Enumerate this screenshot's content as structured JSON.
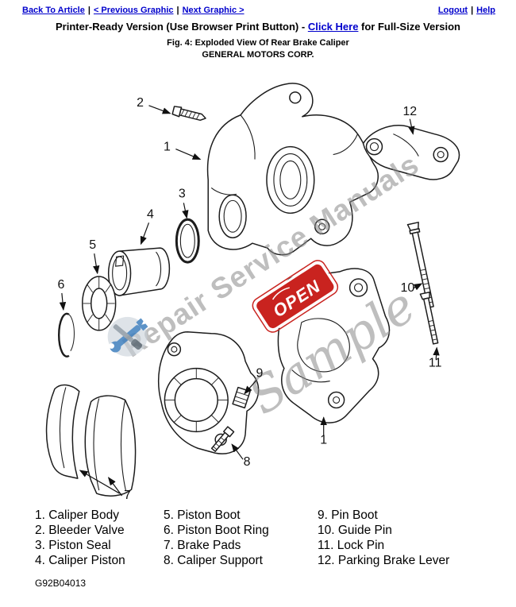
{
  "nav": {
    "back": "Back To Article",
    "prev": "< Previous Graphic",
    "next": "Next Graphic >",
    "logout": "Logout",
    "help": "Help",
    "separator": "|"
  },
  "header": {
    "printer_prefix": "Printer-Ready Version (Use Browser Print Button) - ",
    "printer_link": "Click Here",
    "printer_suffix": " for Full-Size Version",
    "figure_caption": "Fig. 4: Exploded View Of Rear Brake Caliper",
    "company": "GENERAL MOTORS CORP."
  },
  "diagram": {
    "callouts": {
      "body_upper": "1",
      "bleeder": "2",
      "seal": "3",
      "piston": "4",
      "boot": "5",
      "boot_ring": "6",
      "pads": "7",
      "support": "8",
      "pin_boot": "9",
      "guide_pin": "10",
      "lock_pin": "11",
      "lever": "12",
      "body_lower": "1"
    },
    "watermark": {
      "line1": "Repair Service Manuals",
      "sample": "Sample",
      "badge": "OPEN"
    }
  },
  "legend": {
    "columns": [
      [
        "1. Caliper Body",
        "2. Bleeder Valve",
        "3. Piston Seal",
        "4. Caliper Piston"
      ],
      [
        "5. Piston Boot",
        "6. Piston Boot Ring",
        "7. Brake Pads",
        "8. Caliper Support"
      ],
      [
        "9. Pin Boot",
        "10. Guide Pin",
        "11. Lock Pin",
        "12. Parking Brake Lever"
      ]
    ]
  },
  "footer": {
    "doc_id": "G92B04013"
  },
  "colors": {
    "link": "#0000cc",
    "badge_red": "#c9231f",
    "watermark_gray": "#8a8a8a"
  }
}
